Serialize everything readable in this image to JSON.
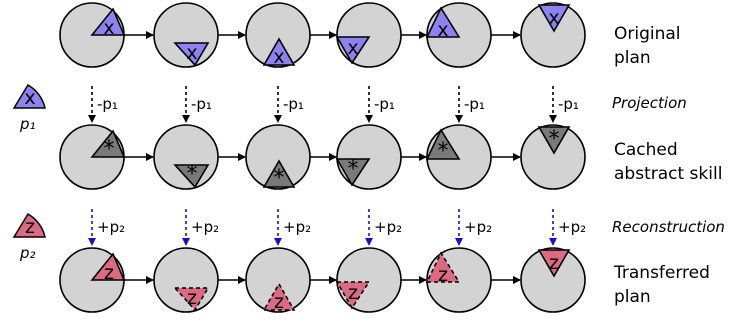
{
  "rows": {
    "original": {
      "label_line1": "Original",
      "label_line2": "plan",
      "symbol": "x"
    },
    "projection": {
      "label": "Projection",
      "op_label": "-p₁"
    },
    "cached": {
      "label_line1": "Cached",
      "label_line2": "abstract skill",
      "symbol": "*"
    },
    "reconstruction": {
      "label": "Reconstruction",
      "op_label": "+p₂"
    },
    "transferred": {
      "label_line1": "Transferred",
      "label_line2": "plan",
      "symbol": "z"
    }
  },
  "legend": {
    "p1": {
      "symbol": "x",
      "name": "p₁"
    },
    "p2": {
      "symbol": "z",
      "name": "p₂"
    }
  },
  "colors": {
    "circle_fill": "#d3d3d3",
    "x_wedge": "#8d82f0",
    "star_wedge": "#7a7a7a",
    "z_wedge": "#dd6a82",
    "reconstruction_arrow": "#1a10c8"
  }
}
